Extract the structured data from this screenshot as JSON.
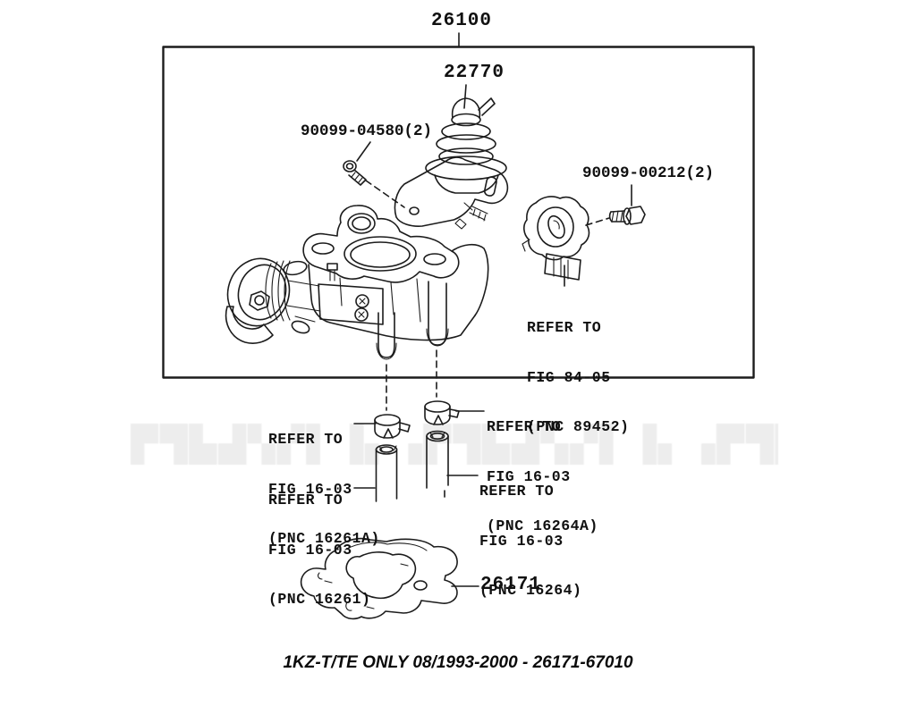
{
  "diagram": {
    "assembly_number": "26100",
    "caption": "1KZ-T/TE ONLY 08/1993-2000 - 26171-67010",
    "labels": {
      "egr_valve": "22770",
      "screw": "90099-04580(2)",
      "bolt": "90099-00212(2)",
      "gasket": "26171"
    },
    "references": {
      "sensor": {
        "line1": "REFER TO",
        "line2": "FIG 84-05",
        "line3": "(PNC 89452)"
      },
      "clamp_left": {
        "line1": "REFER TO",
        "line2": "FIG 16-03",
        "line3": "(PNC 16261A)"
      },
      "clamp_right": {
        "line1": "REFER TO",
        "line2": "FIG 16-03",
        "line3": "(PNC 16264A)"
      },
      "hose_left": {
        "line1": "REFER TO",
        "line2": "FIG 16-03",
        "line3": "(PNC 16261)"
      },
      "hose_right": {
        "line1": "REFER TO",
        "line2": "FIG 16-03",
        "line3": "(PNC 16264)"
      }
    },
    "watermark_glyphs": "▛▜▙▟▚▞▌▐▖▗▛▜▙▟▚▞▌▐▖▗▛▜▙▟▚▞▌▐▖▗▛▜▙▟▚▞",
    "colors": {
      "line": "#1c1c1c",
      "background": "#ffffff",
      "watermark": "#ededed"
    }
  }
}
